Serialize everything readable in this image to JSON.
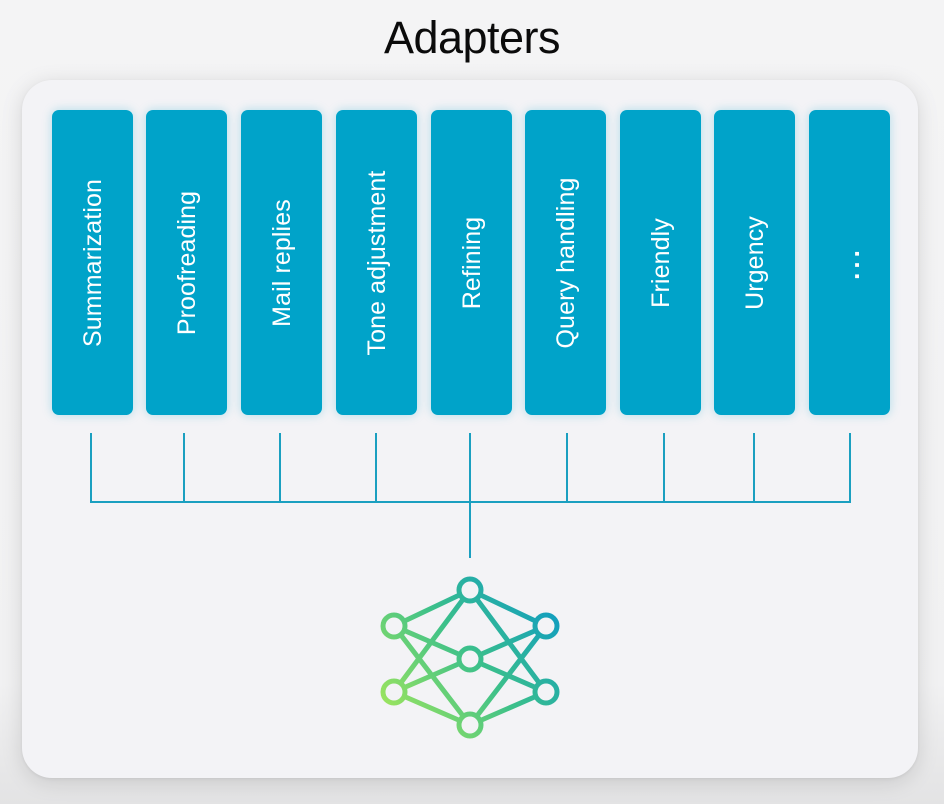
{
  "title": "Adapters",
  "adapters": [
    {
      "label": "Summarization"
    },
    {
      "label": "Proofreading"
    },
    {
      "label": "Mail replies"
    },
    {
      "label": "Tone adjustment"
    },
    {
      "label": "Refining"
    },
    {
      "label": "Query handling"
    },
    {
      "label": "Friendly"
    },
    {
      "label": "Urgency"
    },
    {
      "label": "..."
    }
  ],
  "colors": {
    "card": "#00a3c9",
    "connector": "#1a9fc0",
    "network_gradient_start": "#9be15d",
    "network_gradient_mid": "#3cc08a",
    "network_gradient_end": "#0a9cc7"
  },
  "base_model_icon": "neural-network-icon"
}
